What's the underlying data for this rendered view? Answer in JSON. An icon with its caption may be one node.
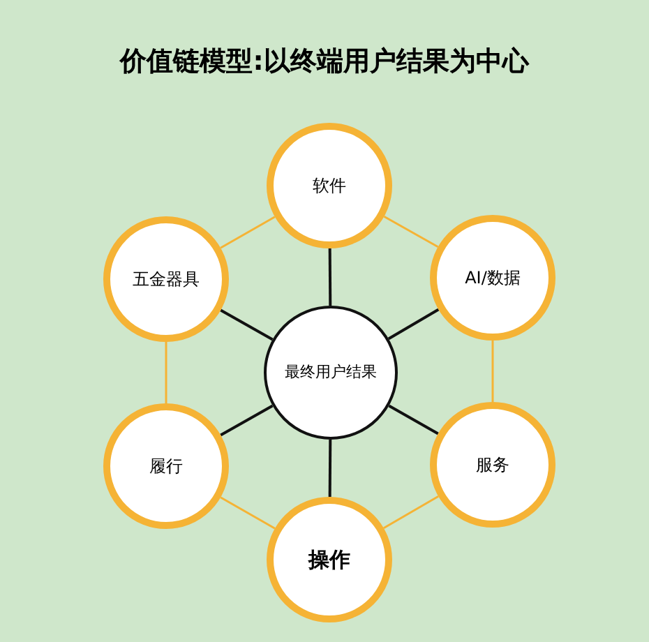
{
  "diagram": {
    "title": "价值链模型:以终端用户结果为中心",
    "nodes": [
      {
        "text": [
          "最终用户结果"
        ]
      },
      {
        "text": [
          "软件"
        ]
      },
      {
        "text": [
          "AI/数据"
        ]
      },
      {
        "text": [
          "服务"
        ]
      },
      {
        "text": [
          "操作"
        ]
      },
      {
        "text": [
          "履行"
        ]
      },
      {
        "text": [
          "五金器具"
        ]
      }
    ],
    "edges": [
      {
        "from": 0,
        "to": 1,
        "arrow": "none"
      },
      {
        "from": 0,
        "to": 2,
        "arrow": "none"
      },
      {
        "from": 0,
        "to": 3,
        "arrow": "none"
      },
      {
        "from": 0,
        "to": 4,
        "arrow": "none"
      },
      {
        "from": 0,
        "to": 5,
        "arrow": "none"
      },
      {
        "from": 0,
        "to": 6,
        "arrow": "none"
      },
      {
        "from": 1,
        "to": 2,
        "arrow": "none",
        "color": "#f5b335"
      },
      {
        "from": 2,
        "to": 3,
        "arrow": "none",
        "color": "#f5b335"
      },
      {
        "from": 3,
        "to": 4,
        "arrow": "none",
        "color": "#f5b335"
      },
      {
        "from": 4,
        "to": 5,
        "arrow": "none",
        "color": "#f5b335"
      },
      {
        "from": 5,
        "to": 6,
        "arrow": "none",
        "color": "#f5b335"
      },
      {
        "from": 6,
        "to": 1,
        "arrow": "none",
        "color": "#f5b335"
      }
    ]
  }
}
